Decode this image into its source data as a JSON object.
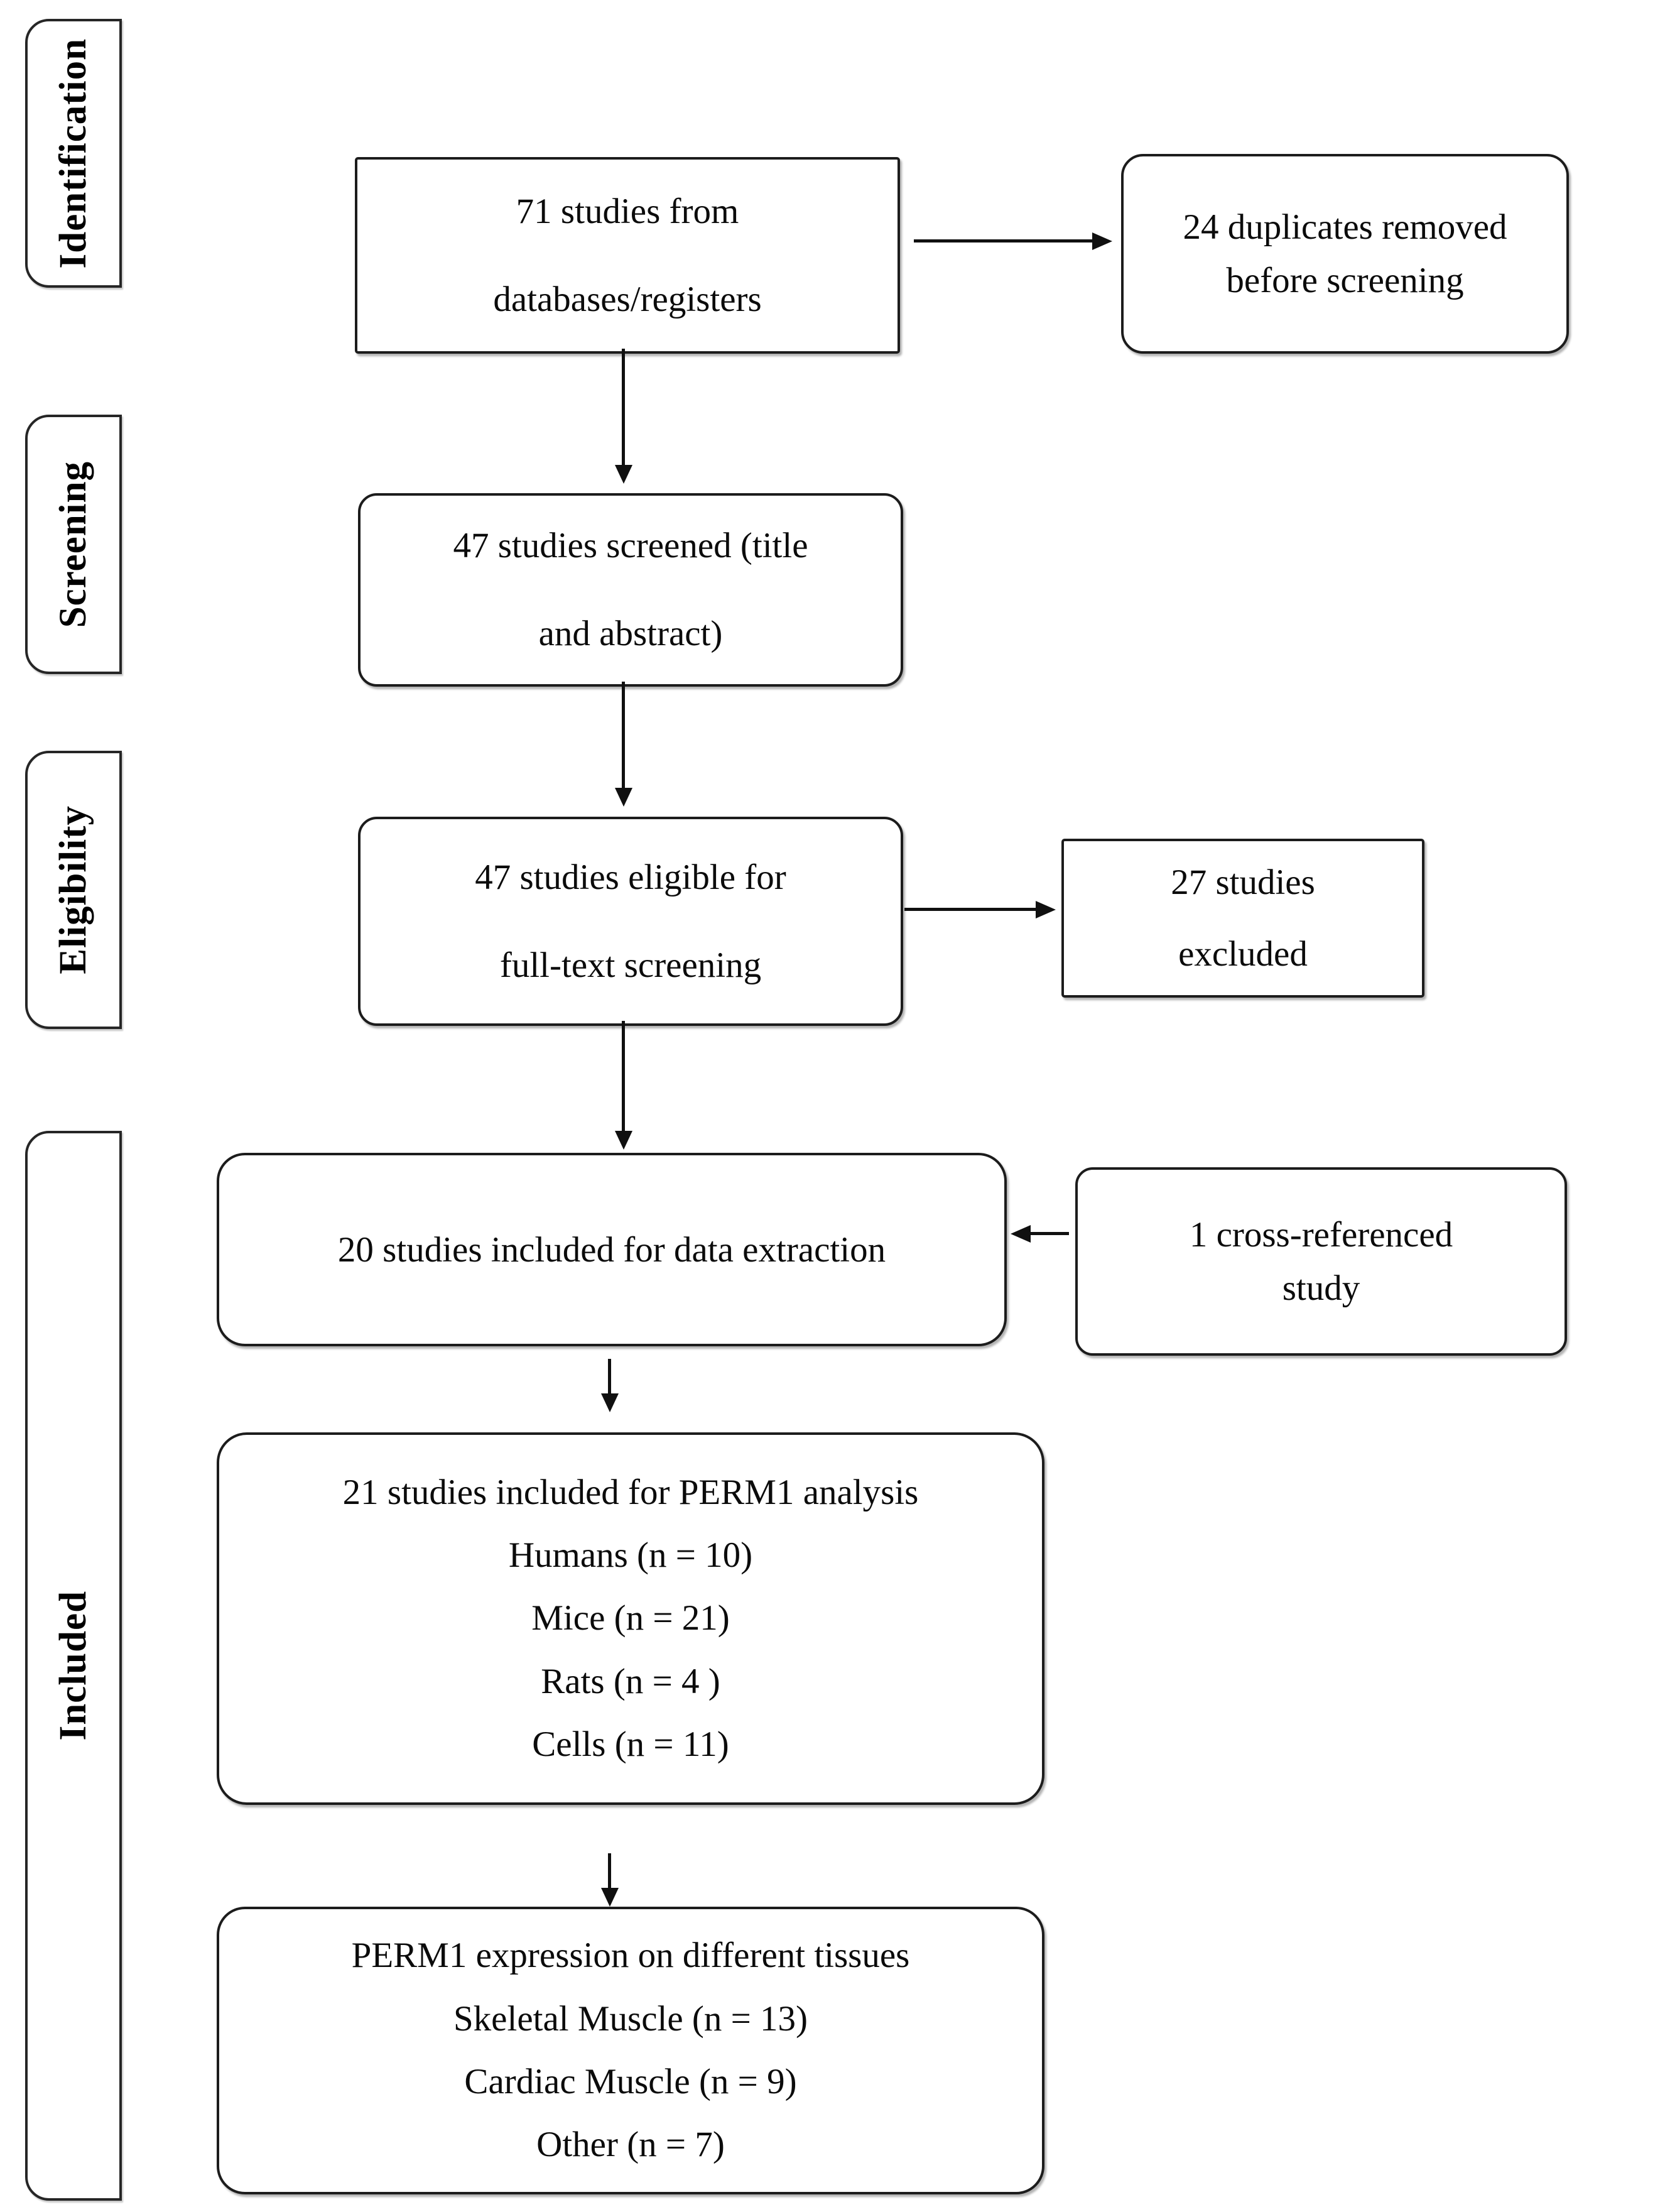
{
  "diagram_type": "prisma-study-selection-flowchart",
  "colors": {
    "background": "#ffffff",
    "box_fill": "#ffffff",
    "border": "#1c1c1c",
    "text": "#0b0b0b",
    "arrow": "#101010"
  },
  "sidebar": {
    "stages": [
      {
        "label": "Identification"
      },
      {
        "label": "Screening"
      },
      {
        "label": "Eligibility"
      },
      {
        "label": "Included"
      }
    ]
  },
  "flow": {
    "db_studies": {
      "lines": [
        "71 studies from",
        "databases/registers"
      ]
    },
    "duplicates_removed": {
      "lines": [
        "24 duplicates removed",
        "before screening"
      ]
    },
    "screened": {
      "lines": [
        "47 studies screened (title",
        "and abstract)"
      ]
    },
    "eligible": {
      "lines": [
        "47 studies eligible for",
        "full-text screening"
      ]
    },
    "excluded": {
      "lines": [
        "27 studies",
        "excluded"
      ]
    },
    "data_extraction": {
      "lines": [
        "20 studies included for data extraction"
      ]
    },
    "cross_referenced": {
      "lines": [
        "1 cross-referenced",
        "study"
      ]
    },
    "perm1_analysis": {
      "lines": [
        "21 studies included for PERM1 analysis",
        "Humans (n = 10)",
        "Mice (n = 21)",
        "Rats (n = 4 )",
        "Cells (n = 11)"
      ]
    },
    "tissue_expression": {
      "lines": [
        "PERM1 expression on different tissues",
        "Skeletal Muscle (n = 13)",
        "Cardiac Muscle (n = 9)",
        "Other (n = 7)"
      ]
    }
  }
}
